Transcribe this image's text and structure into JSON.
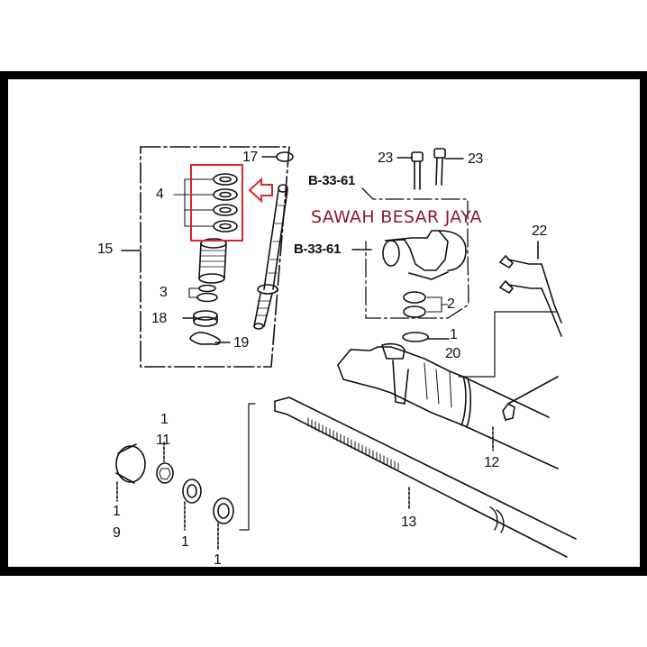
{
  "diagram": {
    "title": "Steering gearbox exploded parts diagram",
    "watermark": "SAWAH BESAR JAYA",
    "colors": {
      "frame": "#000000",
      "background": "#ffffff",
      "line": "#111111",
      "highlight": "#d42a2a",
      "watermark": "#8b1a2b"
    },
    "references": [
      {
        "id": "ref-b3361-top",
        "text": "B-33-61"
      },
      {
        "id": "ref-b3361-mid",
        "text": "B-33-61"
      }
    ],
    "callouts": {
      "c17": "17",
      "c4": "4",
      "c15": "15",
      "c3": "3",
      "c18": "18",
      "c19": "19",
      "c23a": "23",
      "c23b": "23",
      "c2": "2",
      "c22": "22",
      "c1a": "1",
      "c20": "20",
      "c12": "12",
      "c13": "13",
      "c1b": "1",
      "c11": "11",
      "c1c": "1",
      "c9": "9",
      "c1d": "1",
      "c1e": "1"
    },
    "highlight": {
      "target": "4",
      "description": "red box around four seal rings with red arrow pointing at them"
    }
  }
}
